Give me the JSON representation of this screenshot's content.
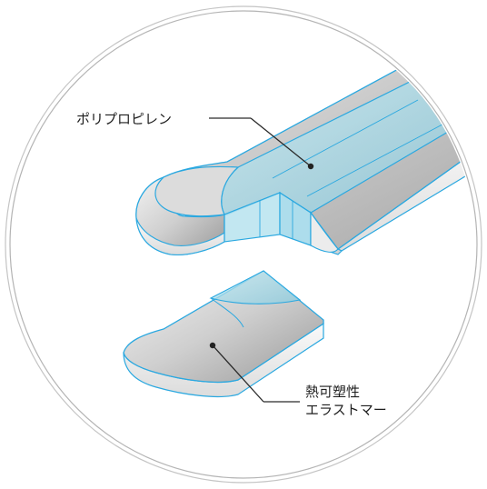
{
  "labels": {
    "polypropylene": "ポリプロピレン",
    "elastomer_line1": "熱可塑性",
    "elastomer_line2": "エラストマー"
  },
  "colors": {
    "outline_blue": "#2aa8e0",
    "gray_light": "#f4f4f4",
    "gray_dark": "#8f8f8f",
    "translucent_blue": "#a9dcea",
    "circle_stroke": "#b9b9b9"
  }
}
